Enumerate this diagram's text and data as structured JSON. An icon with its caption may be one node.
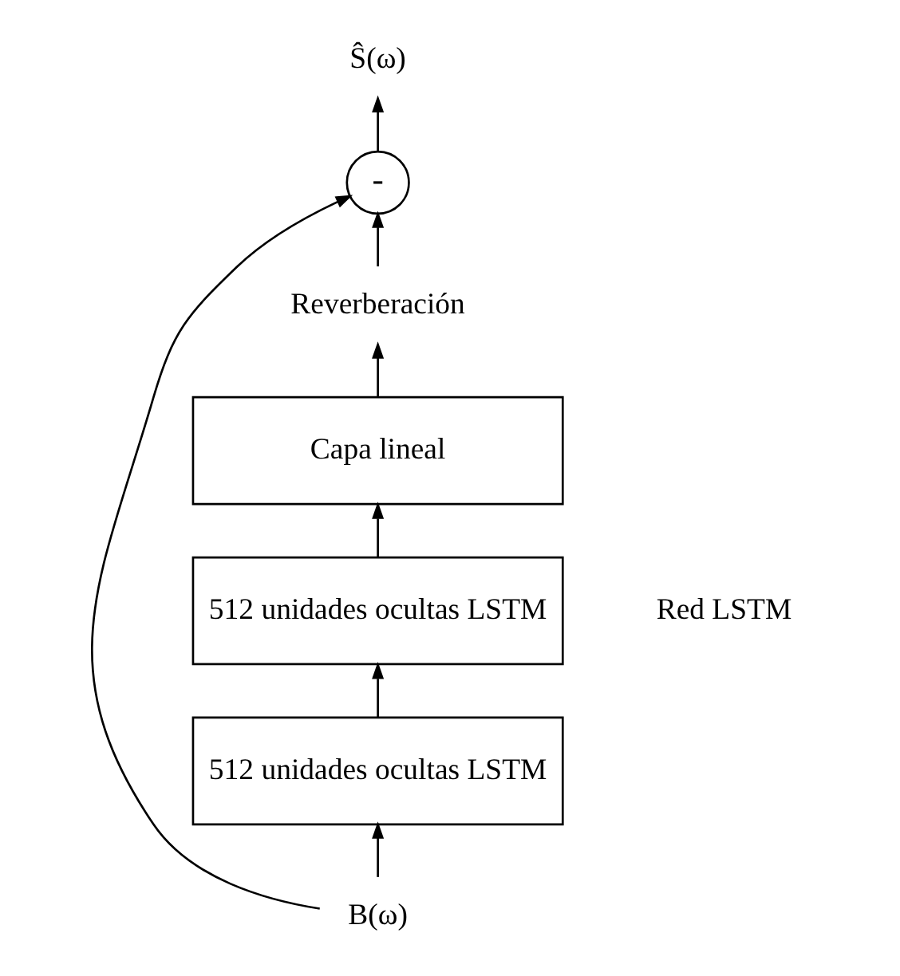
{
  "diagram": {
    "nodes": [
      {
        "text": [
          "Ŝ(ω)"
        ]
      },
      {
        "text": [
          "-"
        ]
      },
      {
        "text": [
          "Reverberación"
        ]
      },
      {
        "text": [
          "Capa lineal"
        ]
      },
      {
        "text": [
          "512 unidades ocultas LSTM"
        ]
      },
      {
        "text": [
          "512 unidades ocultas LSTM"
        ]
      },
      {
        "text": [
          "B(ω)"
        ]
      }
    ],
    "edges": [
      {
        "from": 6,
        "to": 5,
        "arrow": "to"
      },
      {
        "from": 5,
        "to": 4,
        "arrow": "to"
      },
      {
        "from": 4,
        "to": 3,
        "arrow": "to"
      },
      {
        "from": 3,
        "to": 2,
        "arrow": "to"
      },
      {
        "from": 2,
        "to": 1,
        "arrow": "to"
      },
      {
        "from": 1,
        "to": 0,
        "arrow": "to"
      },
      {
        "from": 6,
        "to": 1,
        "arrow": "to"
      }
    ],
    "labels": [
      "Red LSTM"
    ]
  }
}
